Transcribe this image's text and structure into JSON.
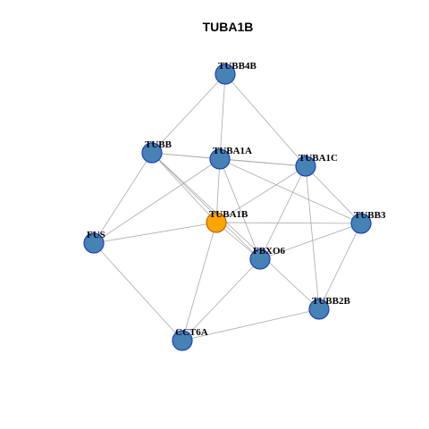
{
  "title": "TUBA1B",
  "colors": {
    "node_default": "#4682B4",
    "node_default_border": "#1f3fbf",
    "node_focus": "#FFA500",
    "node_focus_border": "#b36b00",
    "edge": "#a9a9a9"
  },
  "focus_node": "TUBA1B",
  "nodes": [
    {
      "id": "TUBB4B",
      "label": "TUBB4B"
    },
    {
      "id": "TUBB",
      "label": "TUBB"
    },
    {
      "id": "TUBA1A",
      "label": "TUBA1A"
    },
    {
      "id": "TUBA1C",
      "label": "TUBA1C"
    },
    {
      "id": "TUBA1B",
      "label": "TUBA1B"
    },
    {
      "id": "TUBB3",
      "label": "TUBB3"
    },
    {
      "id": "FUS",
      "label": "FUS"
    },
    {
      "id": "FBXO6",
      "label": "FBXO6"
    },
    {
      "id": "TUBB2B",
      "label": "TUBB2B"
    },
    {
      "id": "CCT6A",
      "label": "CCT6A"
    }
  ],
  "edges": [
    [
      "TUBB4B",
      "TUBB"
    ],
    [
      "TUBB4B",
      "TUBA1A"
    ],
    [
      "TUBB4B",
      "TUBA1C"
    ],
    [
      "TUBB",
      "TUBA1A"
    ],
    [
      "TUBB",
      "TUBA1C"
    ],
    [
      "TUBB",
      "TUBA1B"
    ],
    [
      "TUBB",
      "FUS"
    ],
    [
      "TUBB",
      "FBXO6"
    ],
    [
      "TUBB",
      "TUBB2B"
    ],
    [
      "TUBA1A",
      "TUBA1C"
    ],
    [
      "TUBA1A",
      "TUBA1B"
    ],
    [
      "TUBA1A",
      "TUBB3"
    ],
    [
      "TUBA1A",
      "FUS"
    ],
    [
      "TUBA1A",
      "FBXO6"
    ],
    [
      "TUBA1C",
      "TUBA1B"
    ],
    [
      "TUBA1C",
      "TUBB3"
    ],
    [
      "TUBA1C",
      "FBXO6"
    ],
    [
      "TUBA1C",
      "TUBB2B"
    ],
    [
      "TUBA1B",
      "TUBB3"
    ],
    [
      "TUBA1B",
      "FUS"
    ],
    [
      "TUBA1B",
      "FBXO6"
    ],
    [
      "TUBA1B",
      "CCT6A"
    ],
    [
      "TUBB3",
      "FBXO6"
    ],
    [
      "TUBB3",
      "TUBB2B"
    ],
    [
      "FUS",
      "CCT6A"
    ],
    [
      "FBXO6",
      "CCT6A"
    ],
    [
      "TUBB2B",
      "CCT6A"
    ]
  ]
}
